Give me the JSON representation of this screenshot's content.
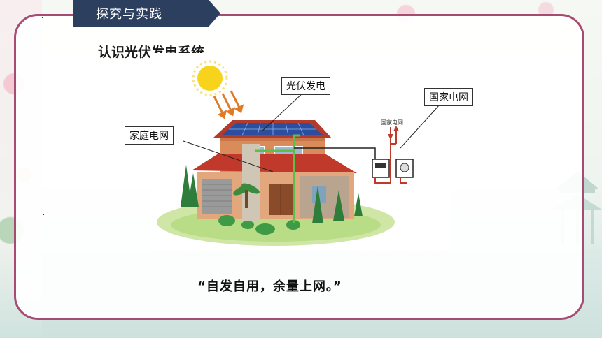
{
  "slide": {
    "section_title": "探究与实践",
    "heading": "认识光伏发电系统",
    "quote": "“自发自用，余量上网。”"
  },
  "diagram": {
    "labels": {
      "pv": "光伏发电",
      "home_grid": "家庭电网",
      "national_grid": "国家电网",
      "pole_sign": "国家电网"
    }
  },
  "colors": {
    "frame": "#a84b73",
    "title_tab": "#2c3f5e",
    "solar_panel": "#2b4f9e",
    "roof": "#c0392b"
  }
}
